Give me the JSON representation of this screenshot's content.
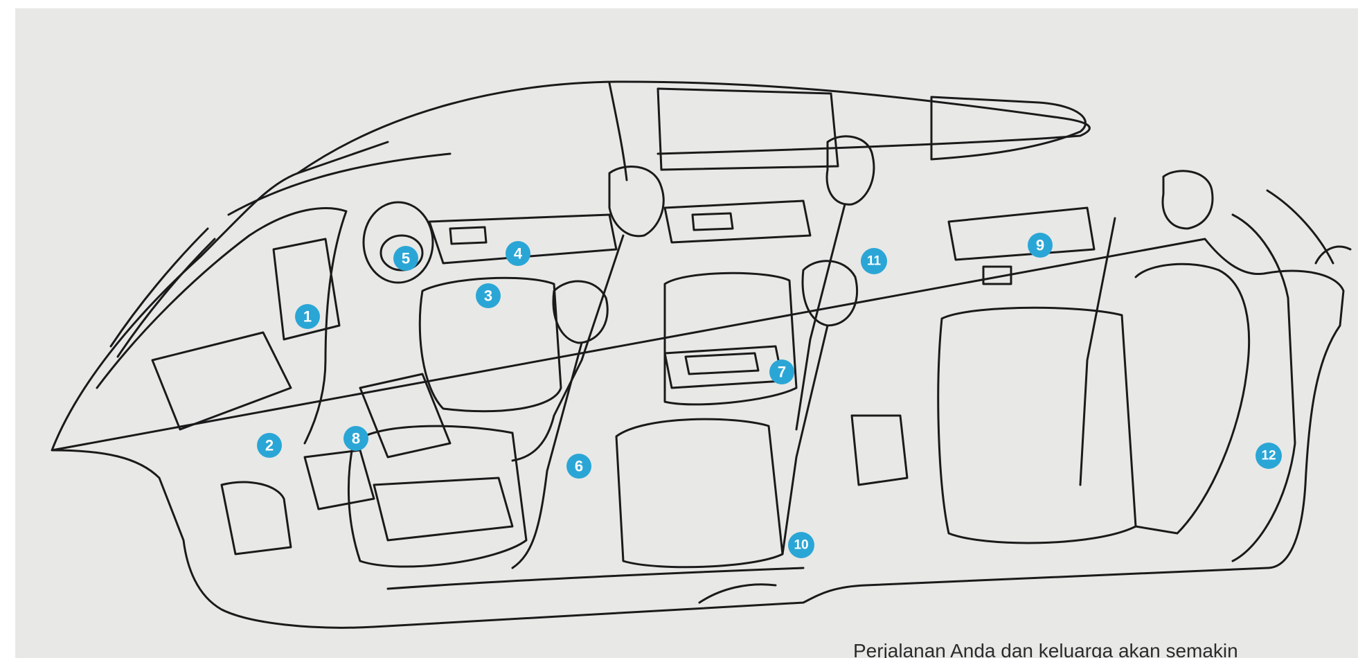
{
  "colors": {
    "background": "#e8e8e6",
    "outline": "#1a1a1a",
    "marker": "#2aa6d6",
    "marker_text": "#ffffff"
  },
  "markers": [
    {
      "id": "1",
      "label": "1"
    },
    {
      "id": "2",
      "label": "2"
    },
    {
      "id": "3",
      "label": "3"
    },
    {
      "id": "4",
      "label": "4"
    },
    {
      "id": "5",
      "label": "5"
    },
    {
      "id": "6",
      "label": "6"
    },
    {
      "id": "7",
      "label": "7"
    },
    {
      "id": "8",
      "label": "8"
    },
    {
      "id": "9",
      "label": "9"
    },
    {
      "id": "10",
      "label": "10"
    },
    {
      "id": "11",
      "label": "11"
    },
    {
      "id": "12",
      "label": "12"
    }
  ],
  "caption": "Perjalanan Anda dan keluarga akan semakin"
}
